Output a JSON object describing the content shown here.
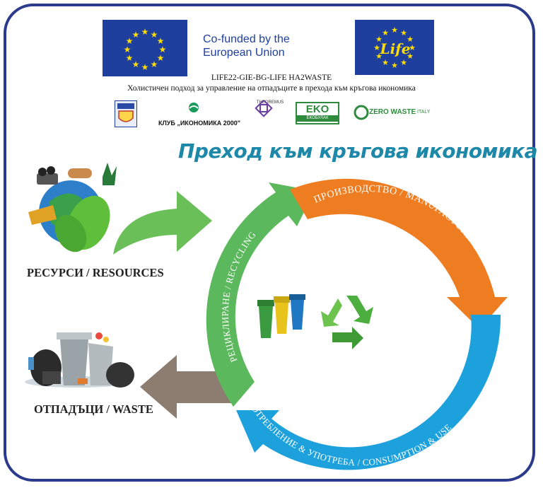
{
  "header": {
    "cofunded_line1": "Co-funded by the",
    "cofunded_line2": "European Union",
    "project_code": "LIFE22-GIE-BG-LIFE HA2WASTE",
    "project_subtitle": "Холистичен подход за управление на отпадъците в прехода към кръгова икономика",
    "life_logo_text": "Life"
  },
  "partners": {
    "club": "КЛУБ „ИКОНОМИКА 2000\"",
    "theoremus": "THEOREMUS",
    "eko_top": "EKO",
    "eko_bottom": "ЕКОБУЛАК",
    "zero_waste": "ZERO WASTE",
    "zero_waste_suffix": "ITALY"
  },
  "diagram": {
    "title": "Преход към кръгова икономика",
    "resources_label": "РЕСУРСИ / RESOURCES",
    "waste_label": "ОТПАДЪЦИ / WASTE",
    "stages": {
      "production": "ПРОИЗВОДСТВО / MANUFACTURING",
      "consumption": "ПОТРЕБЛЕНИЕ & УПОТРЕБА / CONSUMPTION & USE",
      "recycling": "РЕЦИКЛИРАНЕ / RECYCLING"
    }
  },
  "colors": {
    "frame": "#2b3a8c",
    "production": "#ee7d22",
    "consumption": "#1da1dc",
    "recycling": "#5cb85c",
    "waste_arrow": "#8d7c70",
    "title": "#1e88a8"
  }
}
